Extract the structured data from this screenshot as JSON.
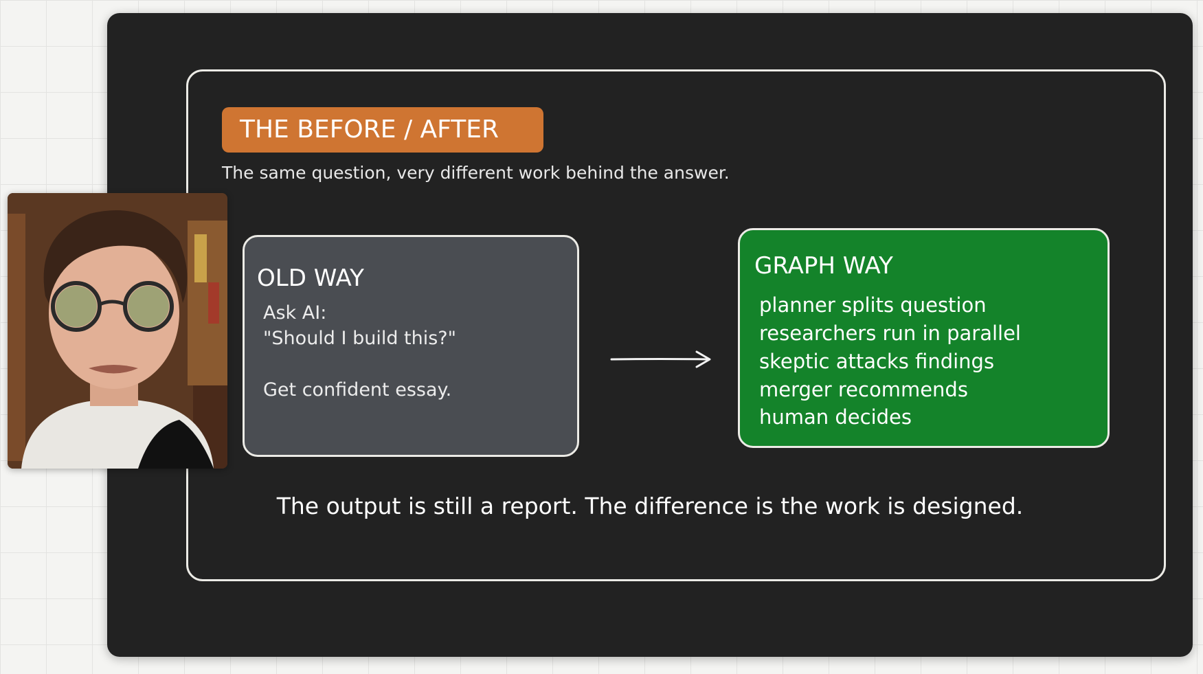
{
  "badge": "THE BEFORE / AFTER",
  "subtitle": "The same question, very different work behind the answer.",
  "old_way": {
    "title": "OLD WAY",
    "lines": [
      "Ask AI:",
      "\"Should I build this?\"",
      "Get confident essay."
    ]
  },
  "graph_way": {
    "title": "GRAPH WAY",
    "lines": [
      "planner splits question",
      "researchers run in parallel",
      "skeptic attacks findings",
      "merger recommends",
      "human decides"
    ]
  },
  "footer": "The output is still a report. The difference is the work is designed.",
  "colors": {
    "badge": "#cf7532",
    "old_box": "#4a4d52",
    "graph_box": "#14832a",
    "slide_bg": "#222222"
  }
}
